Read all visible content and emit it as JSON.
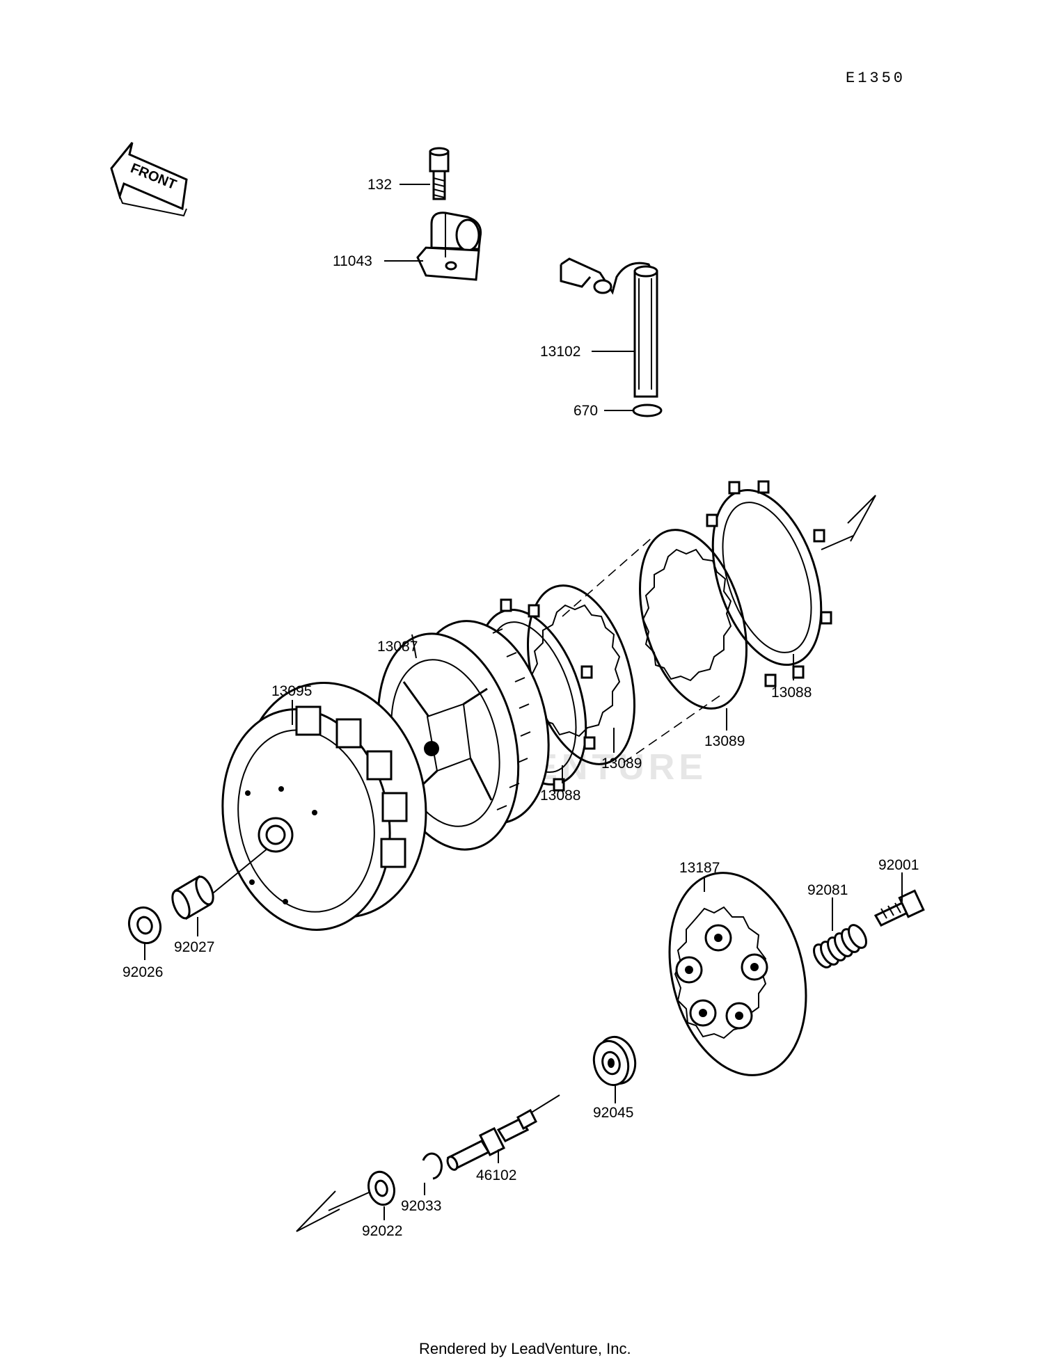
{
  "diagram_code": "E1350",
  "front_arrow_label": "FRONT",
  "watermark_text": "LEADVENTURE",
  "footer": "Rendered by LeadVenture, Inc.",
  "parts": {
    "p132": "132",
    "p11043": "11043",
    "p13102": "13102",
    "p670": "670",
    "p13087": "13087",
    "p13095": "13095",
    "p13088a": "13088",
    "p13088b": "13088",
    "p13089a": "13089",
    "p13089b": "13089",
    "p13187": "13187",
    "p92081": "92081",
    "p92001": "92001",
    "p92026": "92026",
    "p92027": "92027",
    "p92045": "92045",
    "p46102": "46102",
    "p92033": "92033",
    "p92022": "92022"
  }
}
